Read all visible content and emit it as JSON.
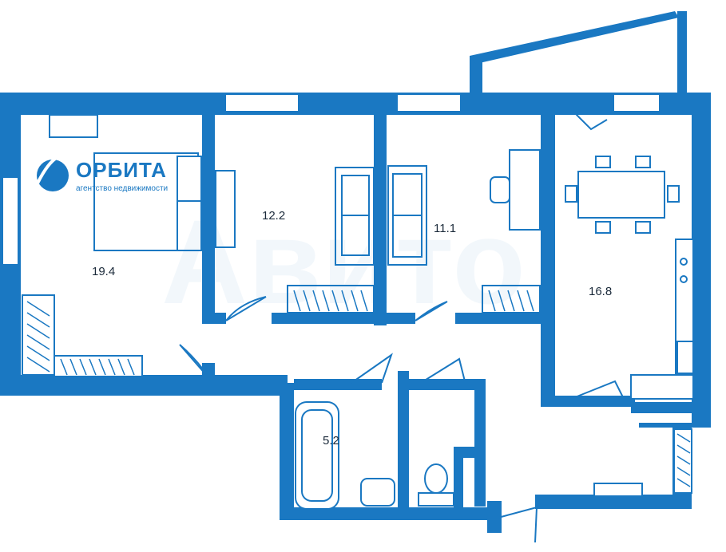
{
  "logo": {
    "name": "ОРБИТА",
    "tagline": "агентство недвижимости"
  },
  "rooms": [
    {
      "id": "bedroom-left",
      "area": "19.4"
    },
    {
      "id": "bedroom-middle",
      "area": "12.2"
    },
    {
      "id": "bedroom-right",
      "area": "11.1"
    },
    {
      "id": "kitchen",
      "area": "16.8"
    },
    {
      "id": "bathroom",
      "area": "5.2"
    }
  ],
  "colors": {
    "wall": "#1a78c2",
    "text": "#1b2a3a",
    "background": "#ffffff"
  }
}
